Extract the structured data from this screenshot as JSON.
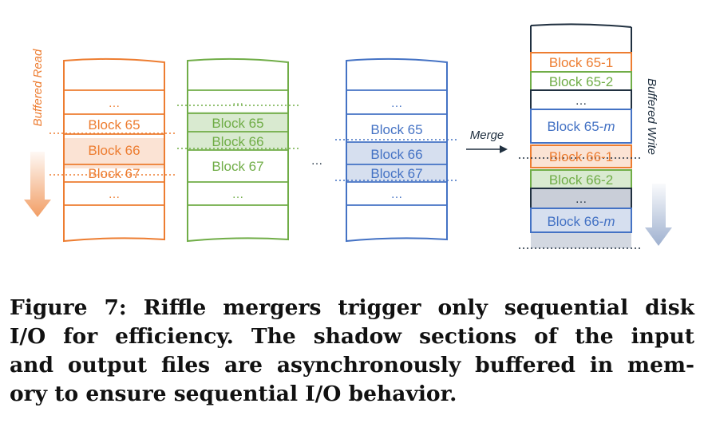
{
  "figure": {
    "side_labels": {
      "left": "Buffered Read",
      "right": "Buffered Write"
    },
    "merge_label": "Merge",
    "ellipsis": "…",
    "colors": {
      "orange": "#ED7D31",
      "green": "#70AD47",
      "blue": "#4472C4",
      "dark": "#203040"
    },
    "input_files": [
      {
        "name": "orange-file",
        "labels": [
          "…",
          "Block 65",
          "Block 66",
          "Block 67",
          "…"
        ]
      },
      {
        "name": "green-file",
        "labels": [
          "…",
          "Block 65",
          "Block 66",
          "Block 67",
          "…"
        ]
      },
      {
        "name": "blue-file",
        "labels": [
          "…",
          "Block 65",
          "Block 66",
          "Block 67",
          "…"
        ]
      }
    ],
    "output_file": {
      "labels": [
        "Block 65-1",
        "Block 65-2",
        "…",
        "Block 65-",
        "Block 66-1",
        "Block 66-2",
        "…",
        "Block 66-"
      ],
      "italic_suffix": "m"
    }
  },
  "caption": {
    "lines": [
      "Figure 7: Riffle mergers trigger only sequential disk",
      "I/O for efficiency. The shadow sections of the input",
      "and output files are asynchronously buffered in mem-",
      "ory to ensure sequential I/O behavior."
    ]
  }
}
